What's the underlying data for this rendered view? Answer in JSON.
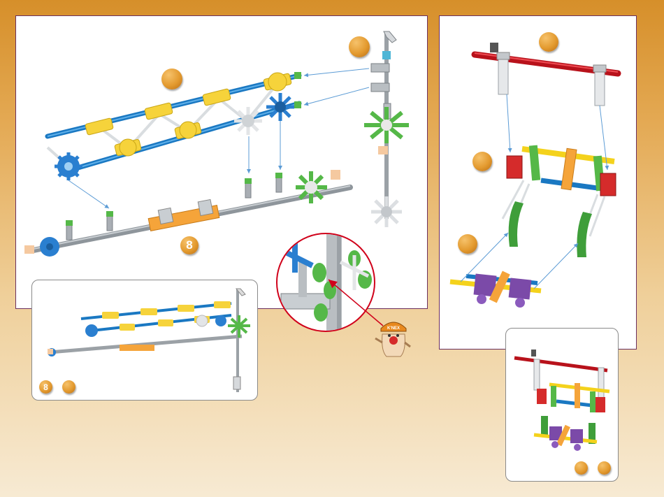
{
  "page": {
    "main_panel": {
      "step_badge_left_label": "",
      "step_badge_right_label": "",
      "quantity_badge_label": "8"
    },
    "preview_inset": {
      "quantity_badge_label": "8",
      "step_badge_label": ""
    },
    "right_panel": {
      "top_badge_label": "",
      "middle_badge_label": "",
      "bottom_badge_label": ""
    },
    "right_inset": {
      "badge_1_label": "",
      "badge_2_label": ""
    },
    "mascot": {
      "cap_text": "K'NEX"
    }
  },
  "colors": {
    "rod_blue": "#1f8ad2",
    "rod_gray": "#a9aeb4",
    "rod_red": "#d8212a",
    "rod_yellow": "#f4d21c",
    "connector_yellow": "#f6d33b",
    "connector_blue": "#2a7fd0",
    "connector_green": "#55b848",
    "connector_white": "#e8e8e8",
    "connector_red": "#d52b2b",
    "connector_purple": "#7b4aa8",
    "connector_orange": "#f5a43a",
    "badge_orange": "#e39a2f",
    "arrow_blue": "#5b9bd5",
    "zoom_circle_red": "#d0021b",
    "panel_border": "#6b2f5f"
  }
}
